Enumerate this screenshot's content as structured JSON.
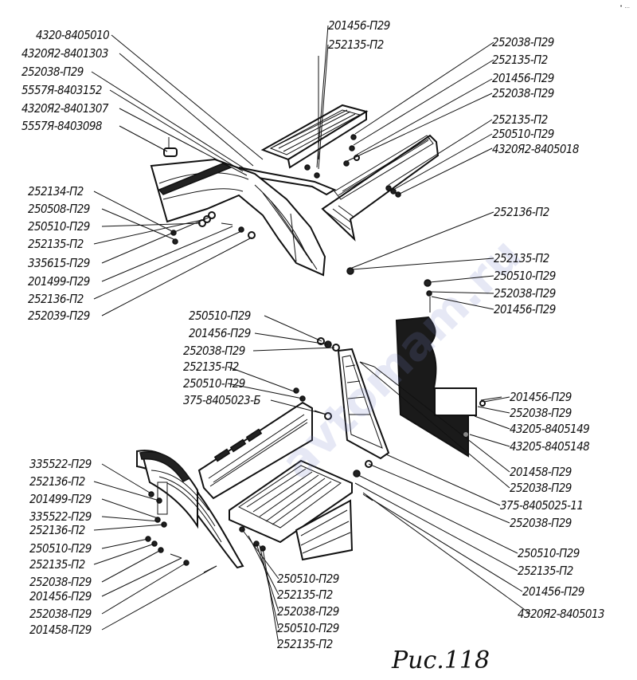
{
  "figure_caption": "Рис.118",
  "watermark_text": "avtomam.ru",
  "corner_mark": "• ...",
  "labels_left_top": [
    "4320-8405010",
    "4320Я2-8401303",
    "252038-П29",
    "5557Я-8403152",
    "4320Я2-8401307",
    "5557Я-8403098"
  ],
  "labels_top_center": [
    "201456-П29",
    "252135-П2"
  ],
  "labels_right_top": [
    "252038-П29",
    "252135-П2",
    "201456-П29",
    "252038-П29",
    "252135-П2",
    "250510-П29",
    "4320Я2-8405018"
  ],
  "label_mid_right": "252136-П2",
  "labels_left_mid": [
    "252134-П2",
    "250508-П29",
    "250510-П29",
    "252135-П2",
    "335615-П29",
    "201499-П29",
    "252136-П2",
    "252039-П29"
  ],
  "labels_right_mid": [
    "252135-П2",
    "250510-П29",
    "252038-П29",
    "201456-П29"
  ],
  "labels_center_mid": [
    "250510-П29",
    "201456-П29",
    "252038-П29",
    "252135-П2",
    "250510-П29",
    "375-8405023-Б"
  ],
  "labels_right_lower": [
    "201456-П29",
    "252038-П29",
    "43205-8405149",
    "43205-8405148",
    "201458-П29",
    "252038-П29",
    "375-8405025-11",
    "252038-П29",
    "250510-П29",
    "252135-П2",
    "201456-П29",
    "4320Я2-8405013"
  ],
  "labels_left_bottom": [
    "335522-П29",
    "252136-П2",
    "201499-П29",
    "335522-П29",
    "252136-П2",
    "250510-П29",
    "252135-П2",
    "252038-П29",
    "201456-П29",
    "252038-П29",
    "201458-П29"
  ],
  "labels_center_bottom": [
    "250510-П29",
    "252135-П2",
    "252038-П29",
    "250510-П29",
    "252135-П2"
  ]
}
